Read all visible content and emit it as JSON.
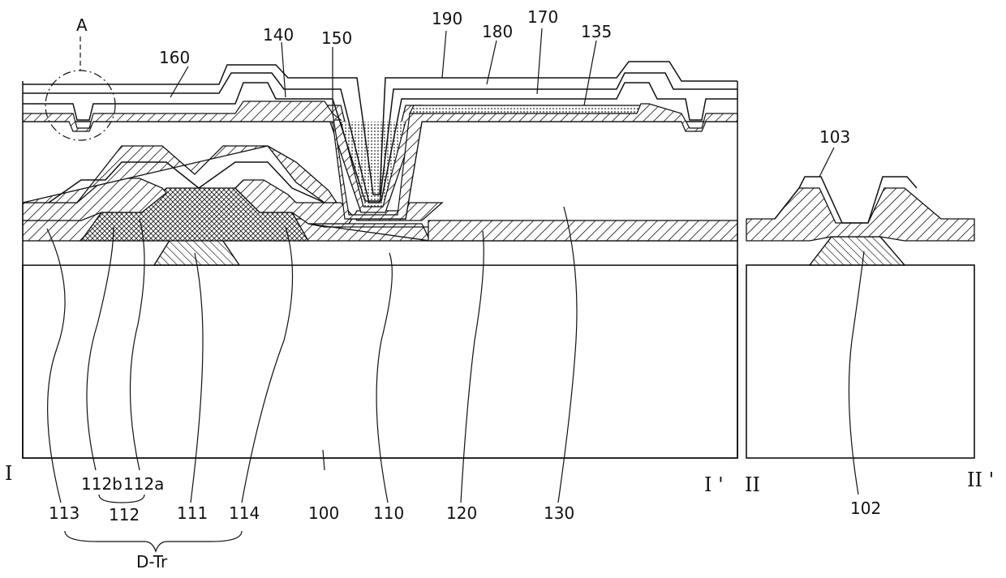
{
  "labels": {
    "A": "A",
    "l160": "160",
    "l140": "140",
    "l150": "150",
    "l190": "190",
    "l180": "180",
    "l170": "170",
    "l135": "135",
    "l103": "103",
    "l113": "113",
    "l112b": "112b",
    "l112a": "112a",
    "l112": "112",
    "l111": "111",
    "l114": "114",
    "l100": "100",
    "l110": "110",
    "l120": "120",
    "l130": "130",
    "l102": "102",
    "dtr": "D-Tr",
    "secI": "I",
    "secI2": "I '",
    "secII": "II",
    "secII2": "II '"
  }
}
